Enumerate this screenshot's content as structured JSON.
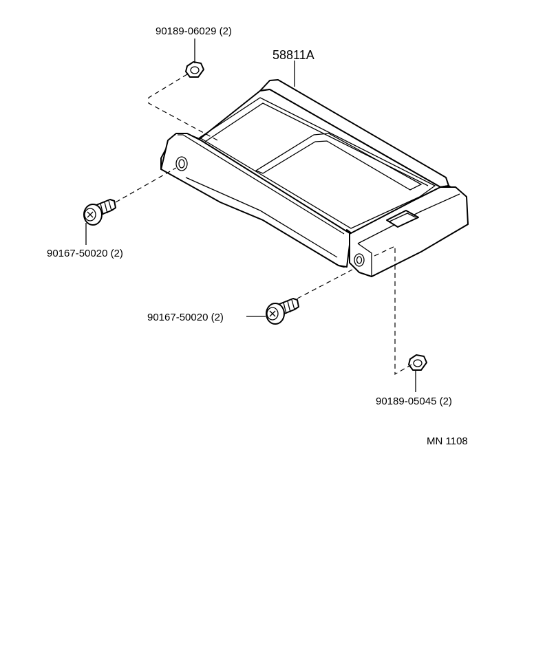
{
  "diagram": {
    "parts": {
      "main_part": "58811A",
      "nut_top": "90189-06029 (2)",
      "screw_left": "90167-50020 (2)",
      "screw_center": "90167-50020 (2)",
      "nut_bottom": "90189-05045 (2)"
    },
    "figure_code": "MN 1108"
  }
}
